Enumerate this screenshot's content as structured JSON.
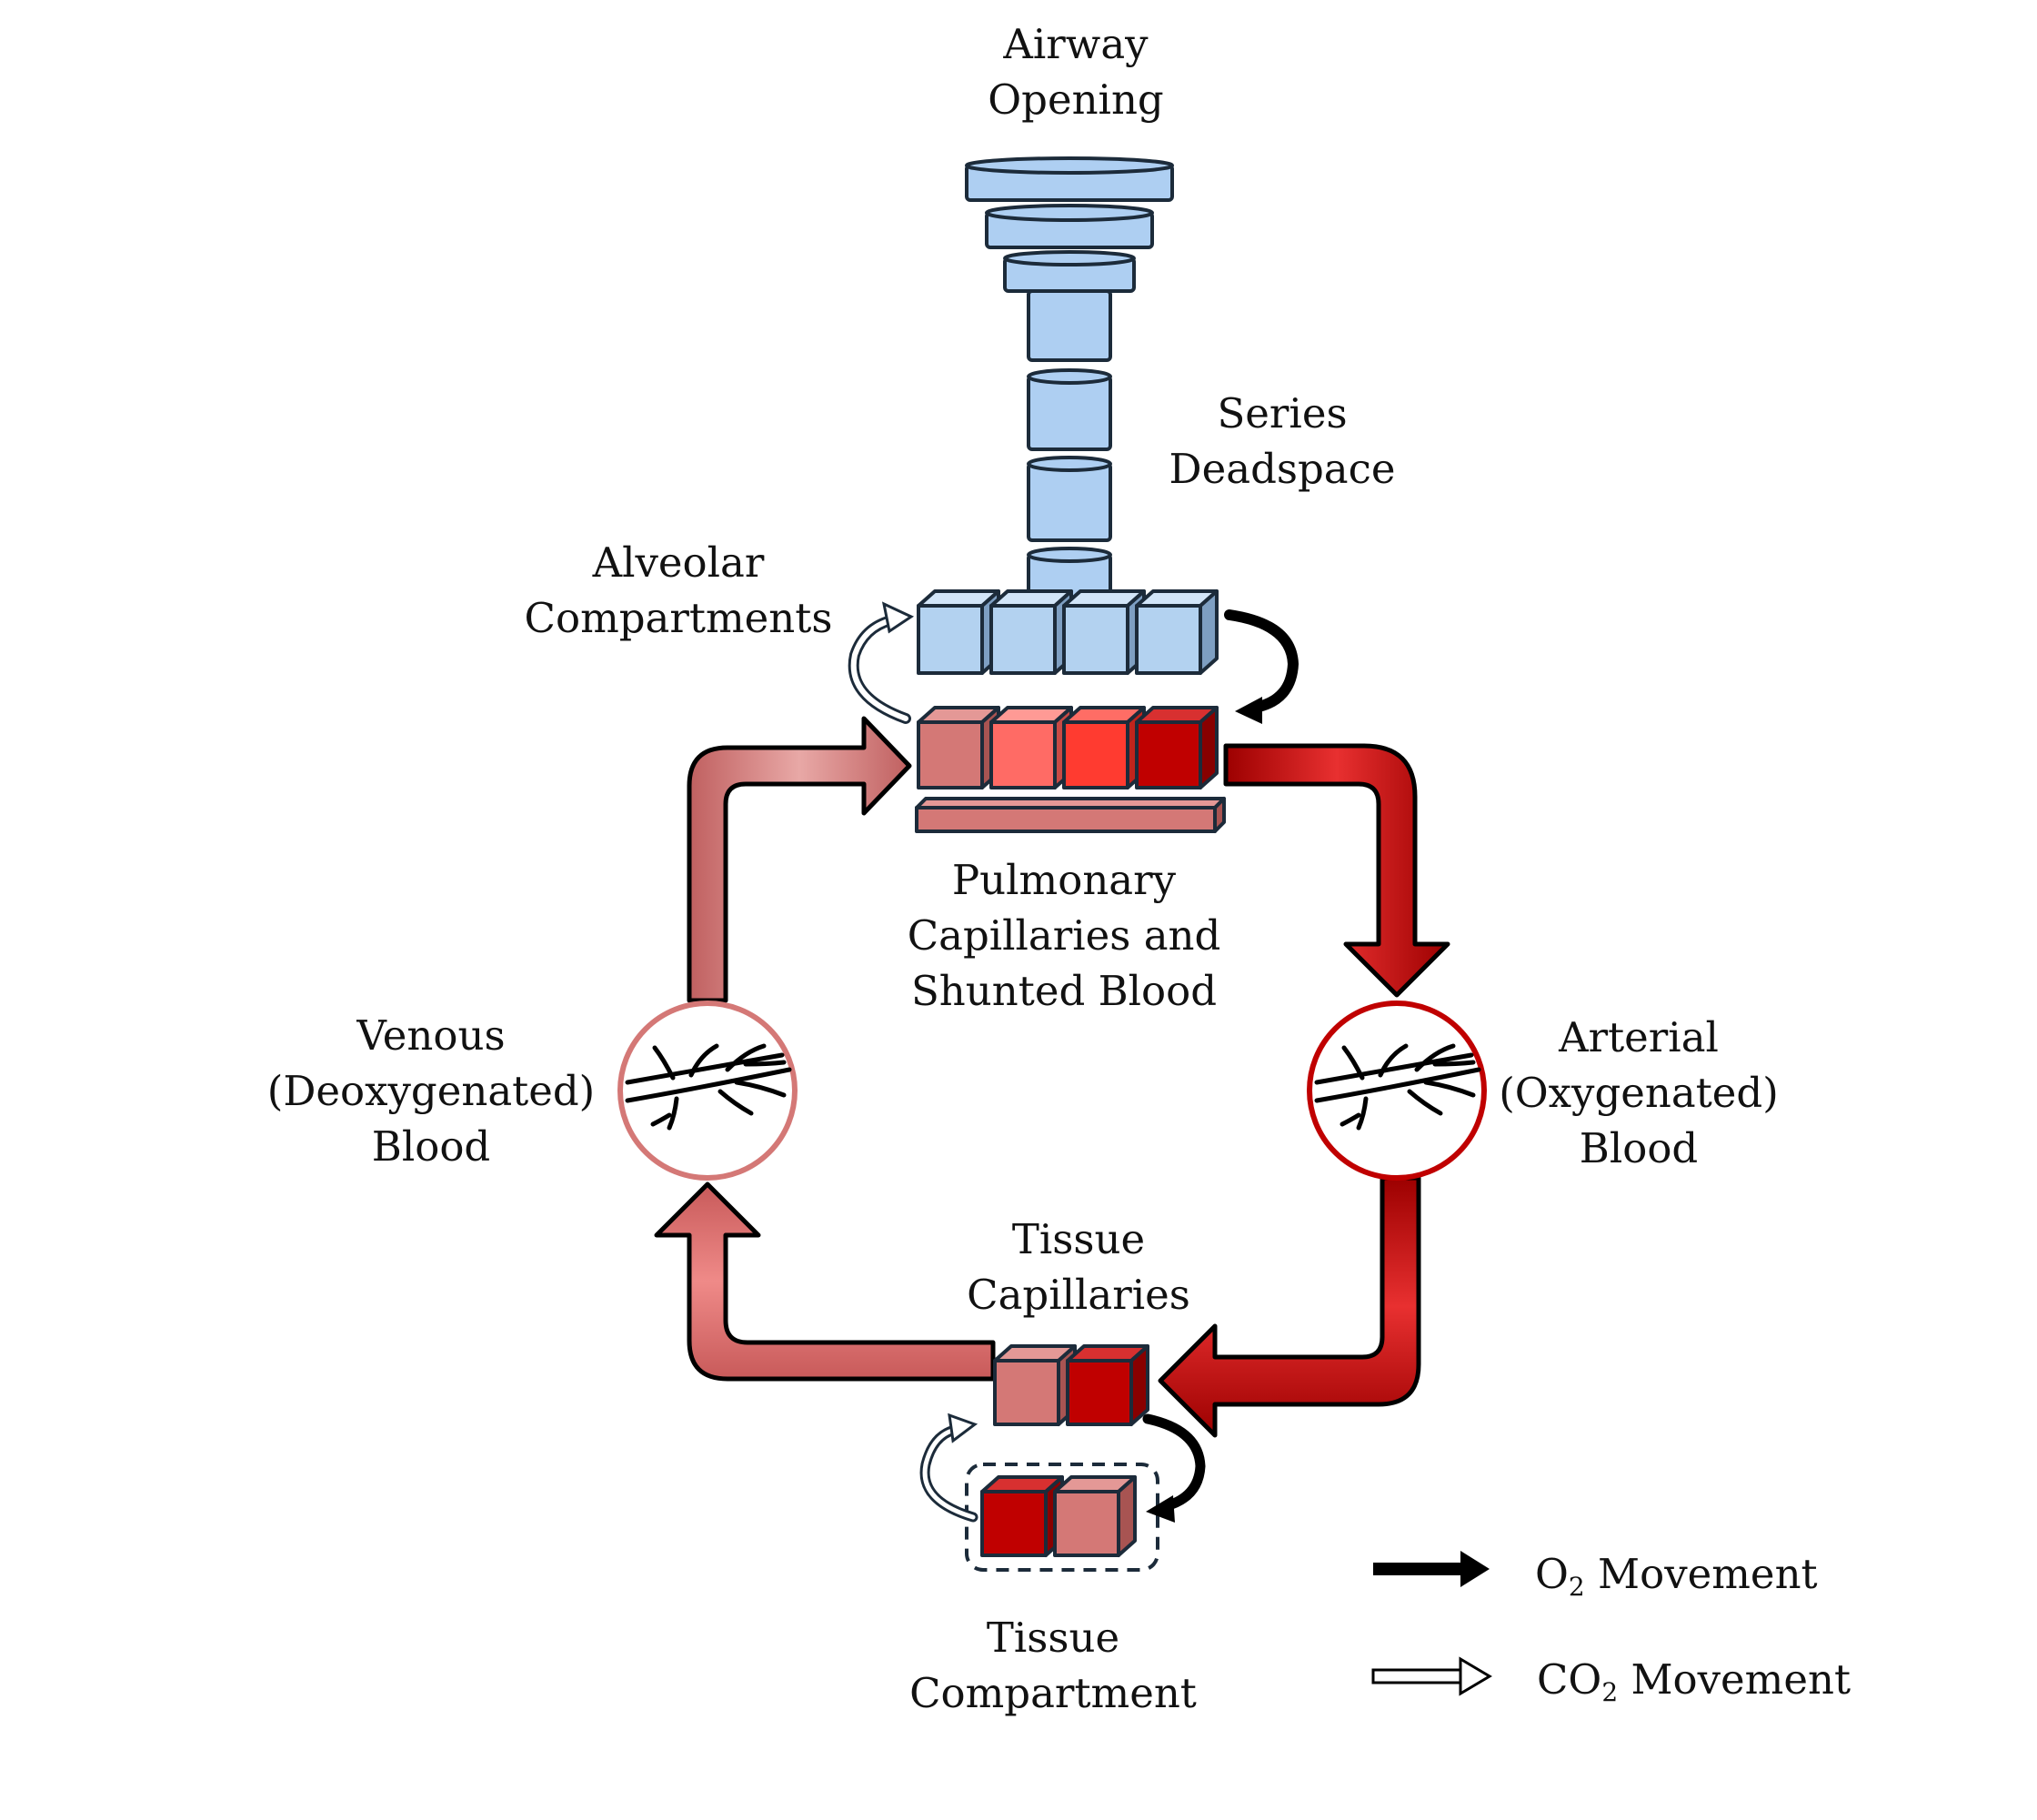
{
  "labels": {
    "airway_opening": [
      "Airway",
      "Opening"
    ],
    "series_deadspace": [
      "Series",
      "Deadspace"
    ],
    "alveolar_compartments": [
      "Alveolar",
      "Compartments"
    ],
    "pulmonary_capillaries": [
      "Pulmonary",
      "Capillaries and",
      "Shunted Blood"
    ],
    "venous_blood": [
      "Venous",
      "(Deoxygenated)",
      "Blood"
    ],
    "arterial_blood": [
      "Arterial",
      "(Oxygenated)",
      "Blood"
    ],
    "tissue_capillaries": [
      "Tissue",
      "Capillaries"
    ],
    "tissue_compartment": [
      "Tissue",
      "Compartment"
    ]
  },
  "legend": {
    "o2": {
      "prefix": "O",
      "sub": "2",
      "suffix": " Movement"
    },
    "co2": {
      "prefix": "CO",
      "sub": "2",
      "suffix": " Movement"
    }
  },
  "colors": {
    "airway_fill": "#aecff2",
    "alveolar_fill": "#b3d2f0",
    "outline": "#1c2b3a",
    "venous": "#d47876",
    "arterial": "#c00000",
    "pulm_1": "#d47876",
    "pulm_2": "#ff6b65",
    "pulm_3": "#ff3b30",
    "pulm_4": "#c00000",
    "venous_arrow": "#dd6464"
  }
}
